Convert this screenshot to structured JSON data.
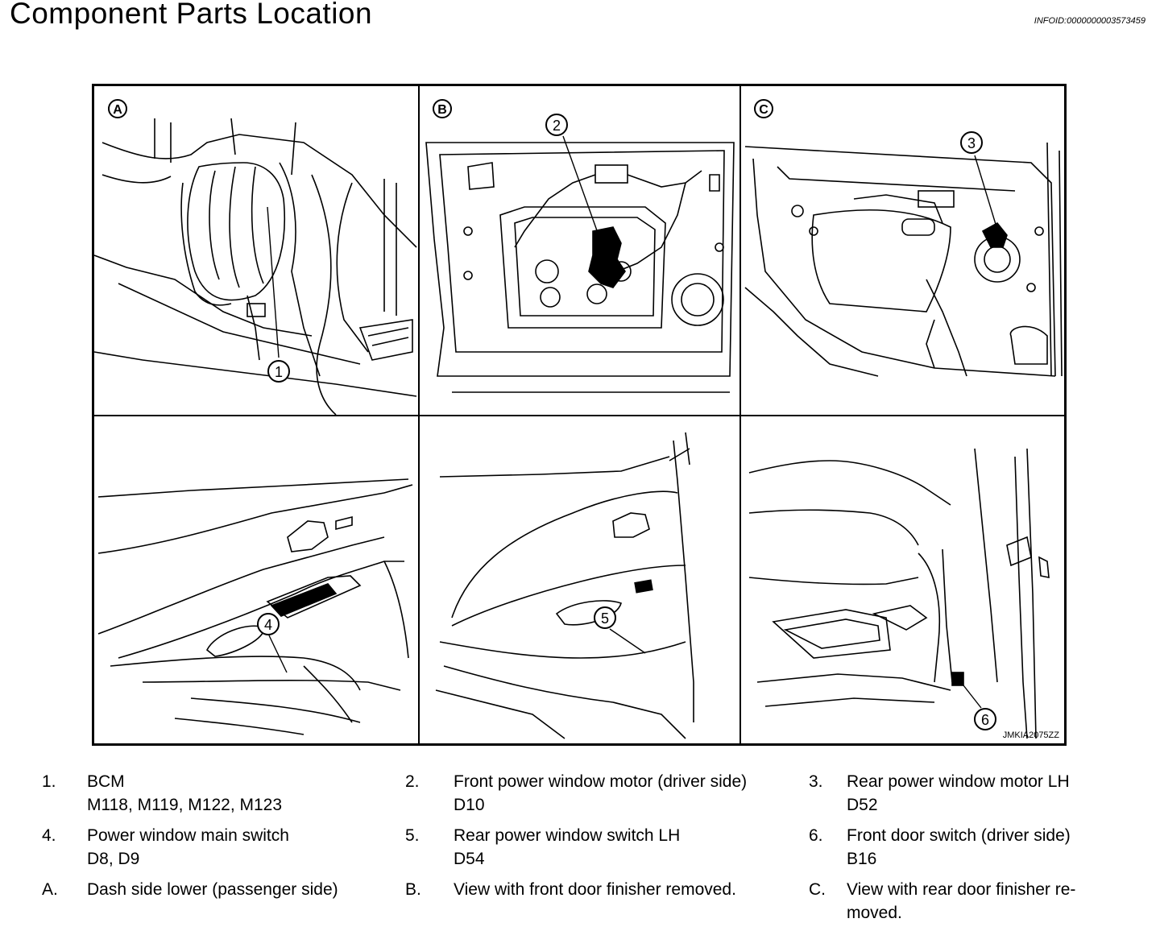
{
  "title": "Component Parts Location",
  "info_id": "INFOID:0000000003573459",
  "figure": {
    "ref_code": "JMKIA2075ZZ",
    "panels": [
      {
        "id": "A",
        "marker": "A",
        "callout": "1"
      },
      {
        "id": "B",
        "marker": "B",
        "callout": "2"
      },
      {
        "id": "C",
        "marker": "C",
        "callout": "3"
      },
      {
        "id": "D",
        "marker": "",
        "callout": "4"
      },
      {
        "id": "E",
        "marker": "",
        "callout": "5"
      },
      {
        "id": "F",
        "marker": "",
        "callout": "6"
      }
    ]
  },
  "legend": [
    {
      "num": "1.",
      "lines": [
        "BCM",
        "M118, M119, M122, M123"
      ]
    },
    {
      "num": "2.",
      "lines": [
        "Front power window motor (driver side)",
        "D10"
      ]
    },
    {
      "num": "3.",
      "lines": [
        "Rear power window motor LH",
        "D52"
      ]
    },
    {
      "num": "4.",
      "lines": [
        "Power window main switch",
        "D8, D9"
      ]
    },
    {
      "num": "5.",
      "lines": [
        "Rear power window switch LH",
        "D54"
      ]
    },
    {
      "num": "6.",
      "lines": [
        "Front door switch (driver side)",
        "B16"
      ]
    },
    {
      "num": "A.",
      "lines": [
        "Dash side lower (passenger side)"
      ]
    },
    {
      "num": "B.",
      "lines": [
        "View with front door finisher removed."
      ]
    },
    {
      "num": "C.",
      "lines": [
        "View with rear door finisher re-",
        "moved."
      ]
    }
  ]
}
